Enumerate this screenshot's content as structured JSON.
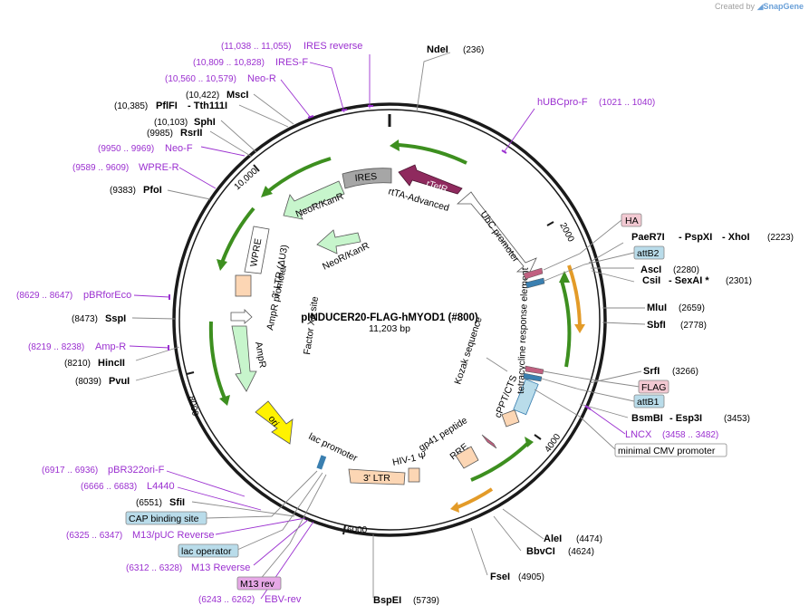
{
  "header": {
    "created_by": "Created by",
    "brand": "SnapGene"
  },
  "plasmid": {
    "name": "pINDUCER20-FLAG-hMYOD1 (#800)",
    "size": "11,203 bp",
    "length": 11203
  },
  "tick_labels": [
    {
      "text": "2000",
      "pos": 2000
    },
    {
      "text": "4000",
      "pos": 4000
    },
    {
      "text": "6000",
      "pos": 6000
    },
    {
      "text": "8000",
      "pos": 8000
    },
    {
      "text": "10,000",
      "pos": 10000
    }
  ],
  "enzymes": [
    {
      "name": "NdeI",
      "coord": "(236)"
    },
    {
      "name": "PaeR7I",
      "name2": "PspXI",
      "name3": "XhoI",
      "coord": "(2223)"
    },
    {
      "name": "AscI",
      "coord": "(2280)"
    },
    {
      "name": "CsiI",
      "name2": "SexAI *",
      "coord": "(2301)"
    },
    {
      "name": "MluI",
      "coord": "(2659)"
    },
    {
      "name": "SbfI",
      "coord": "(2778)"
    },
    {
      "name": "SrfI",
      "coord": "(3266)"
    },
    {
      "name": "BsmBI",
      "name2": "Esp3I",
      "coord": "(3453)"
    },
    {
      "name": "AleI",
      "coord": "(4474)"
    },
    {
      "name": "BbvCI",
      "coord": "(4624)"
    },
    {
      "name": "FseI",
      "coord": "(4905)"
    },
    {
      "name": "BspEI",
      "coord": "(5739)"
    },
    {
      "name": "SfiI",
      "coord": "(6551)"
    },
    {
      "name": "HincII",
      "coord": "(8210)"
    },
    {
      "name": "PvuI",
      "coord": "(8039)"
    },
    {
      "name": "SspI",
      "coord": "(8473)"
    },
    {
      "name": "PfoI",
      "coord": "(9383)"
    },
    {
      "name": "RsrII",
      "coord": "(9985)"
    },
    {
      "name": "SphI",
      "coord": "(10,103)"
    },
    {
      "name": "PflFI",
      "name2": "Tth111I",
      "coord": "(10,385)"
    },
    {
      "name": "MscI",
      "coord": "(10,422)"
    }
  ],
  "primers": [
    {
      "name": "IRES reverse",
      "coord": "(11,038 .. 11,055)"
    },
    {
      "name": "IRES-F",
      "coord": "(10,809 .. 10,828)"
    },
    {
      "name": "Neo-R",
      "coord": "(10,560 .. 10,579)"
    },
    {
      "name": "Neo-F",
      "coord": "(9950 .. 9969)"
    },
    {
      "name": "WPRE-R",
      "coord": "(9589 .. 9609)"
    },
    {
      "name": "pBRforEco",
      "coord": "(8629 .. 8647)"
    },
    {
      "name": "Amp-R",
      "coord": "(8219 .. 8238)"
    },
    {
      "name": "pBR322ori-F",
      "coord": "(6917 .. 6936)"
    },
    {
      "name": "L4440",
      "coord": "(6666 .. 6683)"
    },
    {
      "name": "M13/pUC Reverse",
      "coord": "(6325 .. 6347)"
    },
    {
      "name": "M13 Reverse",
      "coord": "(6312 .. 6328)"
    },
    {
      "name": "EBV-rev",
      "coord": "(6243 .. 6262)"
    },
    {
      "name": "hUBCpro-F",
      "coord": "(1021 .. 1040)"
    },
    {
      "name": "LNCX",
      "coord": "(3458 .. 3482)"
    }
  ],
  "boxed_features": [
    {
      "name": "HA"
    },
    {
      "name": "attB2"
    },
    {
      "name": "FLAG"
    },
    {
      "name": "attB1"
    },
    {
      "name": "minimal CMV promoter"
    },
    {
      "name": "CAP binding site"
    },
    {
      "name": "lac operator"
    },
    {
      "name": "M13 rev"
    }
  ],
  "features": [
    {
      "name": "rTetR"
    },
    {
      "name": "rtTA-Advanced"
    },
    {
      "name": "IRES"
    },
    {
      "name": "NeoR/KanR"
    },
    {
      "name": "NeoR/KanR"
    },
    {
      "name": "UbC promoter"
    },
    {
      "name": "WPRE"
    },
    {
      "name": "3' LTR (ΔU3)"
    },
    {
      "name": "AmpR promoter"
    },
    {
      "name": "AmpR"
    },
    {
      "name": "Factor Xa site"
    },
    {
      "name": "ori"
    },
    {
      "name": "lac promoter"
    },
    {
      "name": "3' LTR"
    },
    {
      "name": "HIV-1 Ψ"
    },
    {
      "name": "gp41 peptide"
    },
    {
      "name": "RRE"
    },
    {
      "name": "cPPT/CTS"
    },
    {
      "name": "tetracycline response element"
    },
    {
      "name": "Kozak sequence"
    }
  ],
  "colors": {
    "backbone": "#1a1a1a",
    "primer": "#9b30d0",
    "enzyme_line": "#888888",
    "green_arrow": "#3d8f1f",
    "orange_arrow": "#e39b28",
    "rtetr": "#8f2a5e",
    "ires": "#a6a6a6",
    "neo": "#c7f5cc",
    "ltr": "#fcd6b4",
    "ori": "#fff200",
    "ha": "#f2c9d2",
    "attb": "#b9dcea"
  }
}
